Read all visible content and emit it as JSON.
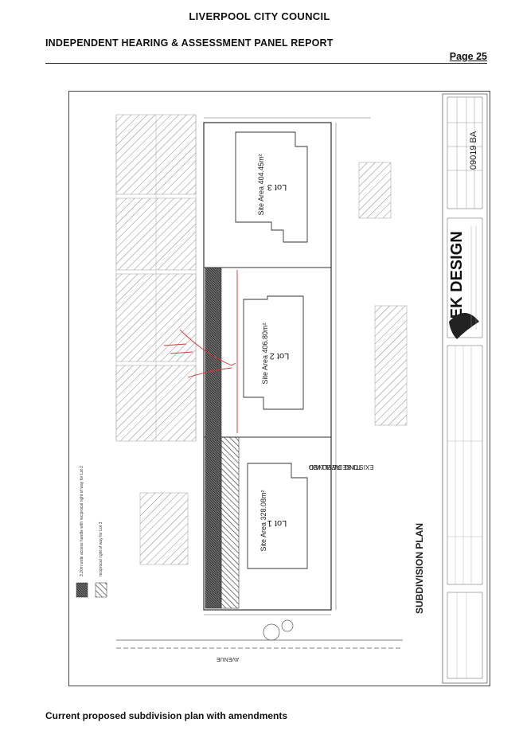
{
  "header": {
    "organisation": "LIVERPOOL CITY COUNCIL",
    "report_title": "INDEPENDENT HEARING & ASSESSMENT PANEL REPORT",
    "page_label": "Page 25"
  },
  "plan": {
    "drawing_title": "SUBDIVISION PLAN",
    "firm_name": "PEK DESIGN",
    "drawing_number": "09019 BA",
    "lots": [
      {
        "name": "Lot 1",
        "area": "Site Area 328.08m²"
      },
      {
        "name": "Lot 2",
        "area": "Site Area 406.80m²"
      },
      {
        "name": "Lot 3",
        "area": "Site Area 404.45m²"
      }
    ],
    "notes": {
      "existing_dwelling": "EXISTING DWELLING",
      "to_be_removed": "TO BE REMOVED",
      "street": "AVENUE",
      "legend_access": "3.20m wide access handle with reciprocal right of way for Lot 2",
      "legend_row": "reciprocal right of way for Lot 3"
    }
  },
  "caption": "Current proposed subdivision plan with amendments"
}
